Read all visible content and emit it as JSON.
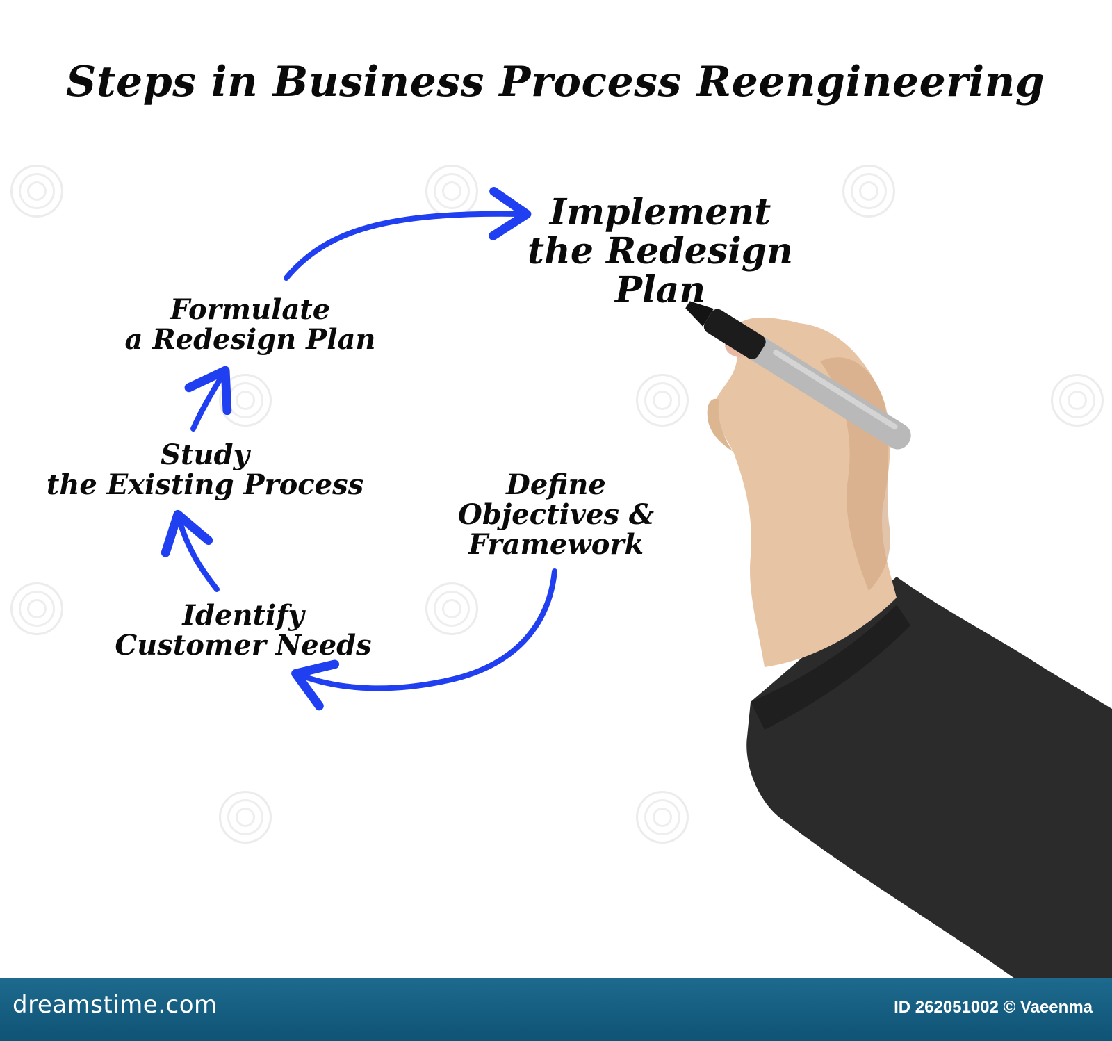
{
  "title": "Steps in Business Process Reengineering",
  "steps": {
    "formulate": [
      "Formulate",
      "a Redesign Plan"
    ],
    "study": [
      "Study",
      "the Existing Process"
    ],
    "identify": [
      "Identify",
      "Customer Needs"
    ],
    "define": [
      "Define",
      "Objectives &",
      "Framework"
    ],
    "implement": [
      "Implement",
      "the Redesign",
      "Plan"
    ]
  },
  "colors": {
    "arrow": "#1f3ff0",
    "ink": "#0a0a0a",
    "sleeve": "#2b2b2b",
    "skin": "#e7c4a4",
    "marker": "#b9b9b9",
    "footer": "#156287"
  },
  "footer": {
    "logo": "dreamstime.com",
    "id_text": "ID 262051002 © Vaeenma"
  }
}
